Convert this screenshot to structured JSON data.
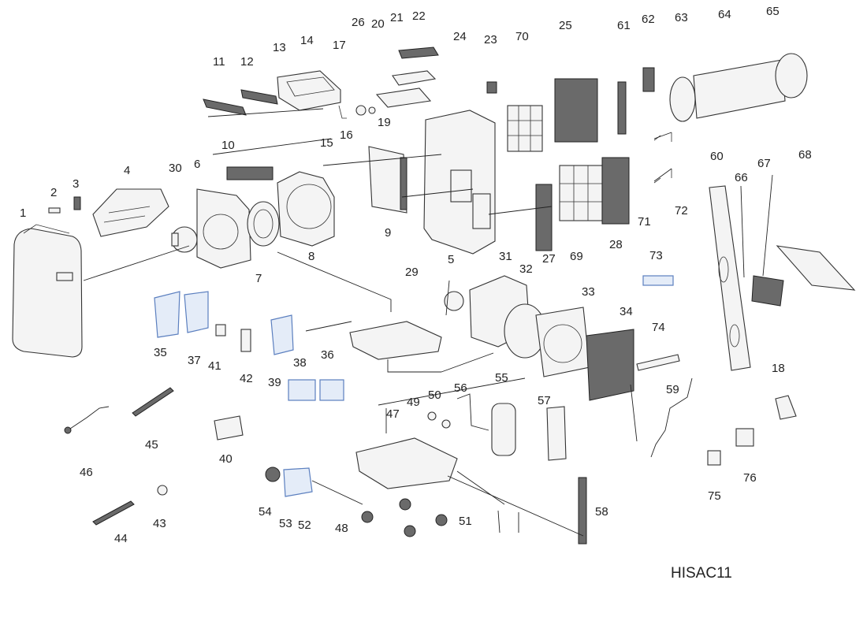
{
  "model_label": "HISAC11",
  "callouts": [
    "1",
    "2",
    "3",
    "4",
    "5",
    "6",
    "7",
    "8",
    "9",
    "10",
    "11",
    "12",
    "13",
    "14",
    "15",
    "16",
    "17",
    "18",
    "19",
    "20",
    "21",
    "22",
    "23",
    "24",
    "25",
    "26",
    "27",
    "28",
    "29",
    "30",
    "31",
    "32",
    "33",
    "34",
    "35",
    "36",
    "37",
    "38",
    "39",
    "40",
    "41",
    "42",
    "43",
    "44",
    "45",
    "46",
    "47",
    "48",
    "49",
    "50",
    "51",
    "52",
    "53",
    "54",
    "55",
    "56",
    "57",
    "58",
    "59",
    "60",
    "61",
    "62",
    "63",
    "64",
    "65",
    "66",
    "67",
    "68",
    "69",
    "70",
    "71",
    "72",
    "73",
    "74",
    "75",
    "76"
  ],
  "colors": {
    "line": "#222222",
    "highlight_parts": "#5b7fbf"
  }
}
